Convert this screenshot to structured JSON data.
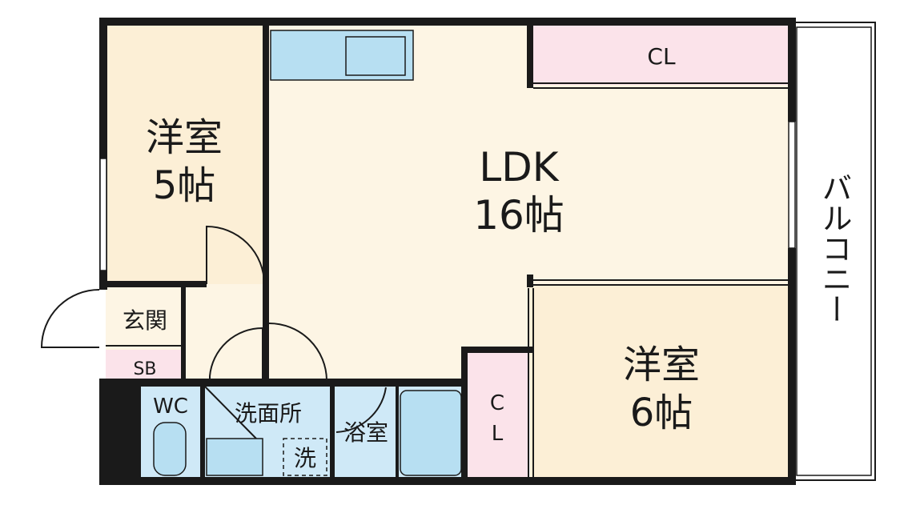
{
  "floorplan": {
    "rooms": {
      "western_room_5": {
        "name": "洋室",
        "size": "5帖"
      },
      "ldk": {
        "name": "LDK",
        "size": "16帖"
      },
      "western_room_6": {
        "name": "洋室",
        "size": "6帖"
      },
      "entrance": {
        "name": "玄関"
      },
      "shoe_box": {
        "name": "SB"
      },
      "toilet": {
        "name": "WC"
      },
      "washroom": {
        "name": "洗面所"
      },
      "bathroom": {
        "name": "浴室"
      },
      "washer": {
        "name": "洗"
      },
      "closet_top": {
        "name": "CL"
      },
      "closet_side": {
        "name_line1": "C",
        "name_line2": "L"
      },
      "balcony": {
        "name": "バルコニー"
      }
    },
    "colors": {
      "western_room": "#fcefd6",
      "ldk": "#fdf5e4",
      "closet": "#fbe3ea",
      "wet_area": "#cfe9f7",
      "fixture": "#b7dff2",
      "wall": "#1a1a1a",
      "balcony": "#ffffff"
    }
  }
}
